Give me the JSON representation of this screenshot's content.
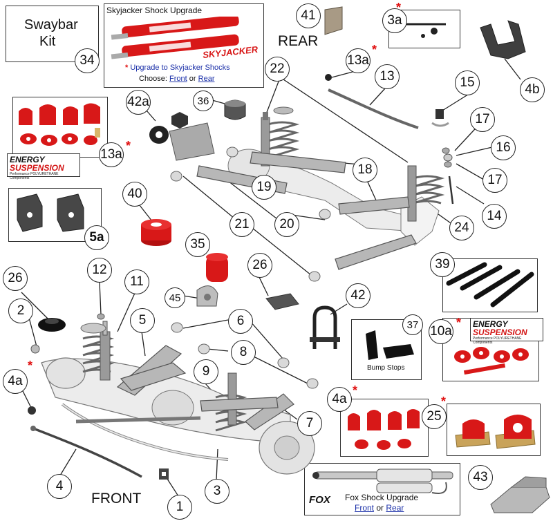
{
  "swaybar": {
    "title_line1": "Swaybar",
    "title_line2": "Kit",
    "number": "34"
  },
  "skyjacker": {
    "title": "Skyjacker Shock Upgrade",
    "brand": "SKYJACKER",
    "upgrade_text": "Upgrade to Skyjacker Shocks",
    "choose_label": "Choose:",
    "front_link": "Front",
    "or_text": "or",
    "rear_link": "Rear"
  },
  "fox": {
    "title": "Fox Shock Upgrade",
    "brand": "FOX",
    "front_link": "Front",
    "or_text": "or",
    "rear_link": "Rear"
  },
  "energy": {
    "brand_line1": "ENERGY",
    "brand_line2": "SUSPENSION",
    "tagline": "Performance POLYURETHANE Components"
  },
  "labels": {
    "rear": "REAR",
    "front": "FRONT",
    "bump_stops": "Bump Stops",
    "asterisk": "*"
  },
  "callouts": {
    "n1": "1",
    "n2": "2",
    "n3": "3",
    "n3a": "3a",
    "n4": "4",
    "n4a": "4a",
    "n4a_kit": "4a",
    "n4b": "4b",
    "n5": "5",
    "n5a": "5a",
    "n6": "6",
    "n7": "7",
    "n8": "8",
    "n9": "9",
    "n10a": "10a",
    "n11": "11",
    "n12": "12",
    "n13": "13",
    "n13a": "13a",
    "n13a_kit": "13a",
    "n14": "14",
    "n15": "15",
    "n16": "16",
    "n17a": "17",
    "n17b": "17",
    "n18": "18",
    "n19": "19",
    "n20": "20",
    "n21": "21",
    "n22": "22",
    "n24": "24",
    "n25": "25",
    "n26a": "26",
    "n26b": "26",
    "n35": "35",
    "n36": "36",
    "n37": "37",
    "n39": "39",
    "n40": "40",
    "n41": "41",
    "n42": "42",
    "n42a": "42a",
    "n43": "43",
    "n45": "45"
  },
  "colors": {
    "poly_red": "#d81818",
    "link_blue": "#1a2fa8",
    "asterisk_red": "#e01010",
    "metal": "#8a8a8a",
    "line": "#222222"
  }
}
